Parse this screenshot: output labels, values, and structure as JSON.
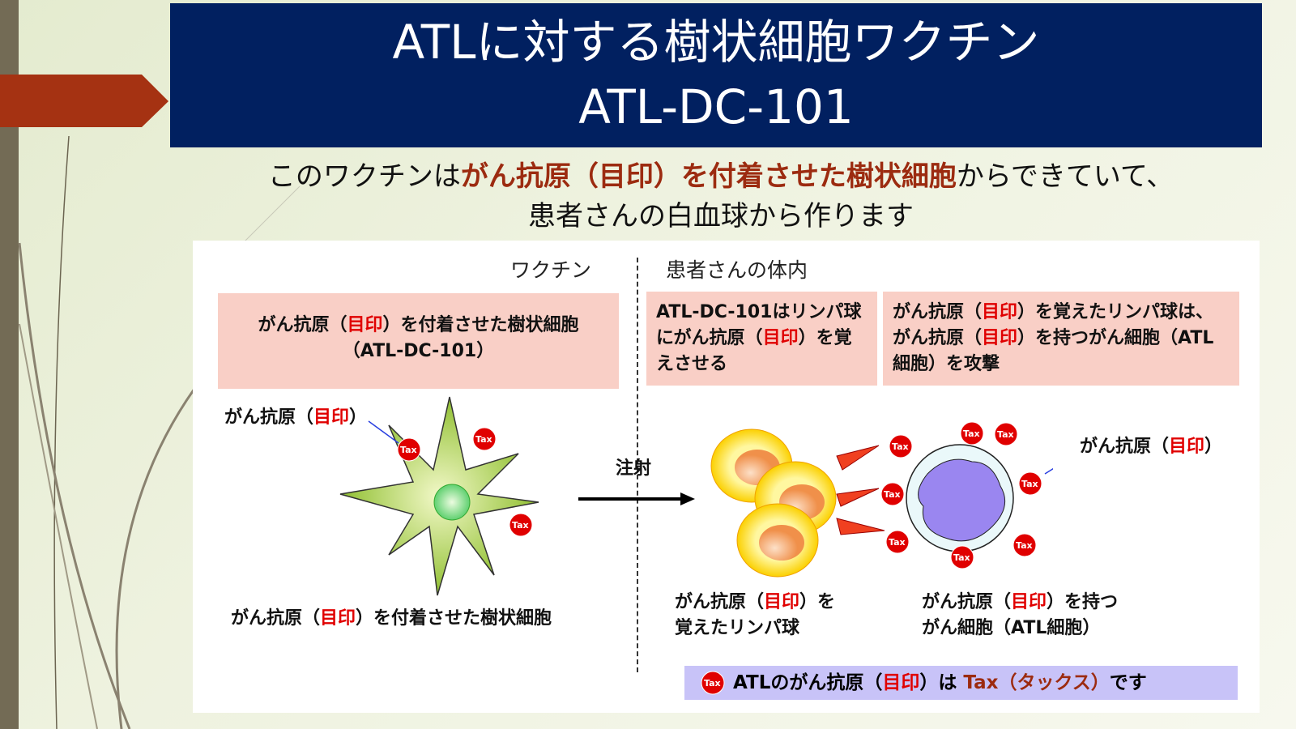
{
  "title": {
    "line1": "ATLに対する樹状細胞ワクチン",
    "line2": "ATL-DC-101"
  },
  "subtitle": {
    "pre": "このワクチンは",
    "highlight": "がん抗原（目印）を付着させた樹状細胞",
    "post": "からできていて、",
    "line2": "患者さんの白血球から作ります"
  },
  "sections": {
    "left": "ワクチン",
    "right": "患者さんの体内"
  },
  "box1": {
    "a": "がん抗原（",
    "red": "目印",
    "b": "）を付着させた樹状細胞",
    "line2": "（ATL-DC-101）"
  },
  "box2": {
    "a": "ATL-DC-101はリンパ球にがん抗原（",
    "red": "目印",
    "b": "）を覚えさせる"
  },
  "box3": {
    "a": "がん抗原（",
    "red1": "目印",
    "b": "）を覚えたリンパ球は、がん抗原（",
    "red2": "目印",
    "c": "）を持つがん細胞（ATL細胞）を攻撃"
  },
  "labels": {
    "antigen_left": {
      "a": "がん抗原（",
      "red": "目印",
      "b": "）"
    },
    "antigen_right": {
      "a": "がん抗原（",
      "red": "目印",
      "b": "）"
    },
    "injection": "注射",
    "dc_caption": {
      "a": "がん抗原（",
      "red": "目印",
      "b": "）を付着させた樹状細胞"
    },
    "lymph_caption": {
      "a": "がん抗原（",
      "red": "目印",
      "b": "）を",
      "line2": "覚えたリンパ球"
    },
    "cancer_caption": {
      "a": "がん抗原（",
      "red": "目印",
      "b": "）を持つ",
      "line2": "がん細胞（ATL細胞）"
    }
  },
  "tax_label": "Tax",
  "banner": {
    "a": "ATLのがん抗原（",
    "red": "目印",
    "b": "）は ",
    "tax": "Tax（タックス）",
    "c": "です"
  },
  "colors": {
    "title_bg": "#012060",
    "accent_red": "#a53212",
    "pink": "#f9cfc6",
    "banner": "#c8c3f8"
  }
}
